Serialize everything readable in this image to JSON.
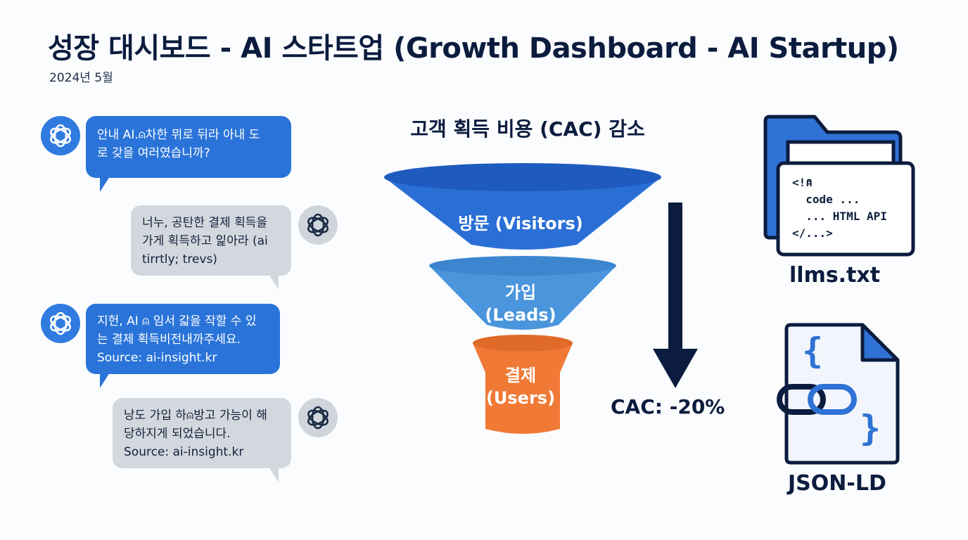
{
  "header": {
    "title": "성장 대시보드 - AI 스타트업 (Growth Dashboard - AI Startup)",
    "subtitle": "2024년 5월"
  },
  "chat": {
    "messages": [
      {
        "side": "left",
        "style": "blue",
        "lines": [
          "안내 AI.⍝차한 뮈로 뒤라 아내 도",
          "로 갖을 여러였습니까?"
        ]
      },
      {
        "side": "right",
        "style": "gray",
        "lines": [
          "너누, 공탄한 결제 획득을",
          "가게 획득하고 잁아라 (ai",
          "tirrtly; trevs)"
        ]
      },
      {
        "side": "left",
        "style": "blue",
        "lines": [
          "지헌, AI ⍝ 임서 갋을 작할 수 있",
          "는 결제 획득비전내까주세요.",
          "Source: ai-insight.kr"
        ]
      },
      {
        "side": "right",
        "style": "gray",
        "lines": [
          "낭도 가입 하⍝방고 가능이 해",
          "당하지게 되었습니다.",
          "Source: ai-insight.kr"
        ]
      }
    ]
  },
  "funnel": {
    "title": "고객 획득 비용 (CAC) 감소",
    "stages": [
      {
        "label": "방문 (Visitors)",
        "color": "#2a6fd6"
      },
      {
        "label_line1": "가입",
        "label_line2": "(Leads)",
        "color": "#4a95dc"
      },
      {
        "label_line1": "결제",
        "label_line2": "(Users)",
        "color": "#f07a35"
      }
    ],
    "cac_change": "CAC: -20%",
    "arrow_color": "#0b1c3e"
  },
  "files": {
    "llms": {
      "label": "llms.txt",
      "code_lines": [
        "<!⍝",
        "  code ...",
        "  ... HTML API",
        "</...>"
      ]
    },
    "jsonld": {
      "label": "JSON-LD",
      "brace_open": "{",
      "brace_close": "}"
    }
  }
}
